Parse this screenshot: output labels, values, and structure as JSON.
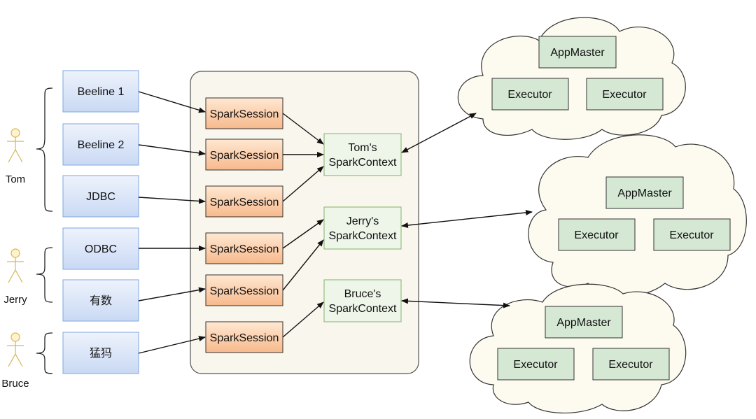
{
  "users": [
    {
      "name": "Tom"
    },
    {
      "name": "Jerry"
    },
    {
      "name": "Bruce"
    }
  ],
  "clients": [
    "Beeline 1",
    "Beeline 2",
    "JDBC",
    "ODBC",
    "有数",
    "猛犸"
  ],
  "session_label": "SparkSession",
  "contexts": [
    {
      "line1": "Tom's",
      "line2": "SparkContext"
    },
    {
      "line1": "Jerry's",
      "line2": "SparkContext"
    },
    {
      "line1": "Bruce's",
      "line2": "SparkContext"
    }
  ],
  "clusters": [
    {
      "master": "AppMaster",
      "executors": [
        "Executor",
        "Executor"
      ]
    },
    {
      "master": "AppMaster",
      "executors": [
        "Executor",
        "Executor"
      ]
    },
    {
      "master": "AppMaster",
      "executors": [
        "Executor",
        "Executor"
      ]
    }
  ],
  "colors": {
    "client_fill_top": "#eef3fc",
    "client_fill_bottom": "#c9d9f4",
    "client_stroke": "#7ea6e0",
    "session_fill_top": "#ffe8d2",
    "session_fill_bottom": "#f7b98c",
    "session_stroke": "#333333",
    "context_fill": "#eef6ea",
    "context_stroke": "#82b366",
    "executor_fill": "#d5e8d4",
    "executor_stroke": "#333333",
    "server_fill": "#f9f7ed",
    "server_stroke": "#555555",
    "cloud_fill": "#fdfbef",
    "user_fill": "#fff2cc",
    "user_stroke": "#d6b656"
  }
}
